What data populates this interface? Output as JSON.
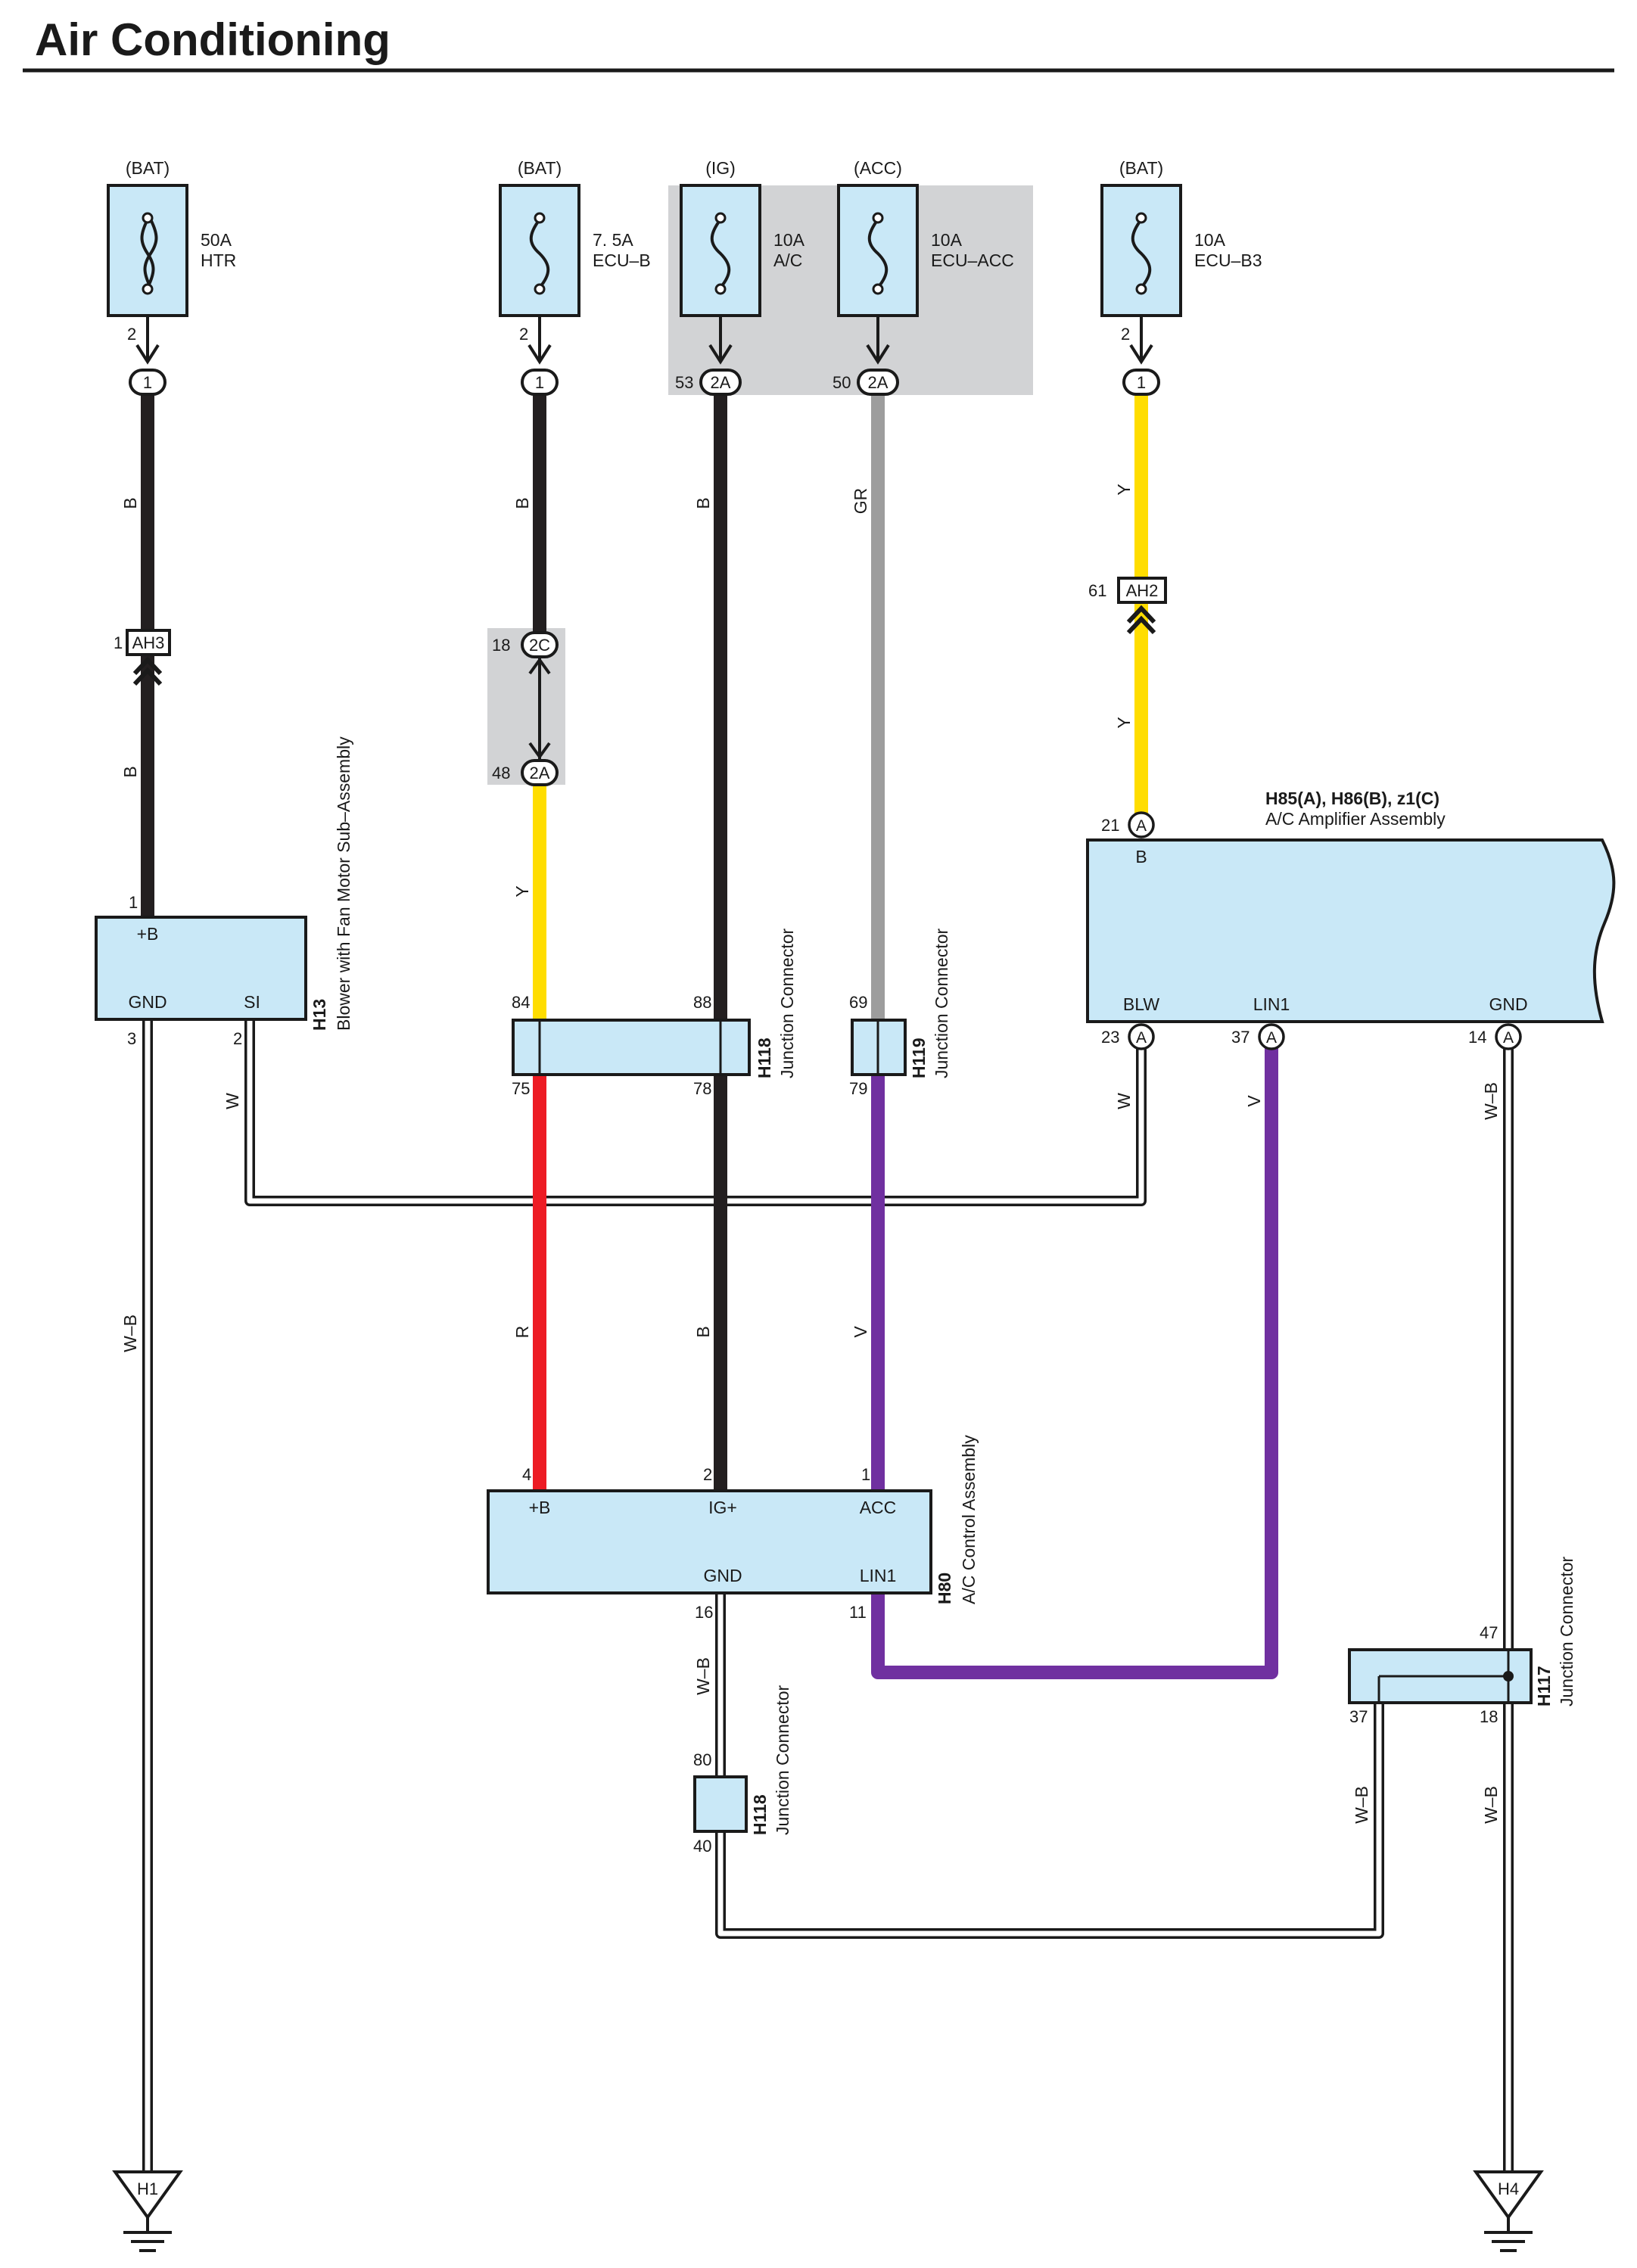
{
  "title": "Air Conditioning",
  "colors": {
    "B": "#231f20",
    "Y": "#ffdd00",
    "R": "#ed1c24",
    "V": "#7030a0",
    "GR": "#9d9d9d",
    "W": "#ffffff",
    "component_fill": "#c9e8f7",
    "shade": "#d2d3d5"
  },
  "supplies": {
    "htr": {
      "source": "(BAT)",
      "amp": "50A",
      "name": "HTR",
      "pin": "2",
      "conn": "1"
    },
    "ecub": {
      "source": "(BAT)",
      "amp": "7. 5A",
      "name": "ECU–B",
      "pin": "2",
      "conn": "1"
    },
    "ac": {
      "source": "(IG)",
      "amp": "10A",
      "name": "A/C",
      "pin": "53",
      "conn": "2A"
    },
    "acc": {
      "source": "(ACC)",
      "amp": "10A",
      "name": "ECU–ACC",
      "pin": "50",
      "conn": "2A"
    },
    "ecub3": {
      "source": "(BAT)",
      "amp": "10A",
      "name": "ECU–B3",
      "pin": "2",
      "conn": "1"
    }
  },
  "wire_labels": {
    "b1": "B",
    "b2": "B",
    "b3": "B",
    "b4": "B",
    "b5": "B",
    "gr": "GR",
    "y1": "Y",
    "y2": "Y",
    "y3": "Y",
    "w1": "W",
    "w2": "W",
    "wb1": "W–B",
    "wb2": "W–B",
    "r": "R",
    "v1": "V",
    "v2": "V",
    "wb3": "W–B",
    "wb4": "W–B",
    "wb5": "W–B"
  },
  "inline_connectors": {
    "ah3": {
      "name": "AH3",
      "pin": "1"
    },
    "ah2": {
      "name": "AH2",
      "pin": "61"
    },
    "c2c": {
      "name": "2C",
      "pin": "18"
    },
    "c2a": {
      "name": "2A",
      "pin": "48"
    }
  },
  "blower": {
    "code": "H13",
    "name": "Blower with Fan Motor Sub–Assembly",
    "term_b": "+B",
    "term_gnd": "GND",
    "term_si": "SI",
    "pin_b": "1",
    "pin_gnd": "3",
    "pin_si": "2"
  },
  "h118_top": {
    "code": "H118",
    "name": "Junction Connector",
    "pins": {
      "p84": "84",
      "p88": "88",
      "p75": "75",
      "p78": "78"
    }
  },
  "h119": {
    "code": "H119",
    "name": "Junction Connector",
    "pins": {
      "p69": "69",
      "p79": "79"
    }
  },
  "amplifier": {
    "code": "H85(A), H86(B), z1(C)",
    "name": "A/C Amplifier Assembly",
    "term_b": "B",
    "term_blw": "BLW",
    "term_lin1": "LIN1",
    "term_gnd": "GND",
    "pin_b": "21",
    "pin_blw": "23",
    "pin_lin1": "37",
    "pin_gnd": "14",
    "conn": "A"
  },
  "control": {
    "code": "H80",
    "name": "A/C Control Assembly",
    "term_b": "+B",
    "term_ig": "IG+",
    "term_acc": "ACC",
    "term_gnd": "GND",
    "term_lin1": "LIN1",
    "pin_b": "4",
    "pin_ig": "2",
    "pin_acc": "1",
    "pin_gnd": "16",
    "pin_lin1": "11"
  },
  "h118_bottom": {
    "code": "H118",
    "name": "Junction Connector",
    "pins": {
      "p80": "80",
      "p40": "40"
    }
  },
  "h117": {
    "code": "H117",
    "name": "Junction Connector",
    "pins": {
      "p47": "47",
      "p37": "37",
      "p18": "18"
    }
  },
  "grounds": {
    "h1": "H1",
    "h4": "H4"
  }
}
